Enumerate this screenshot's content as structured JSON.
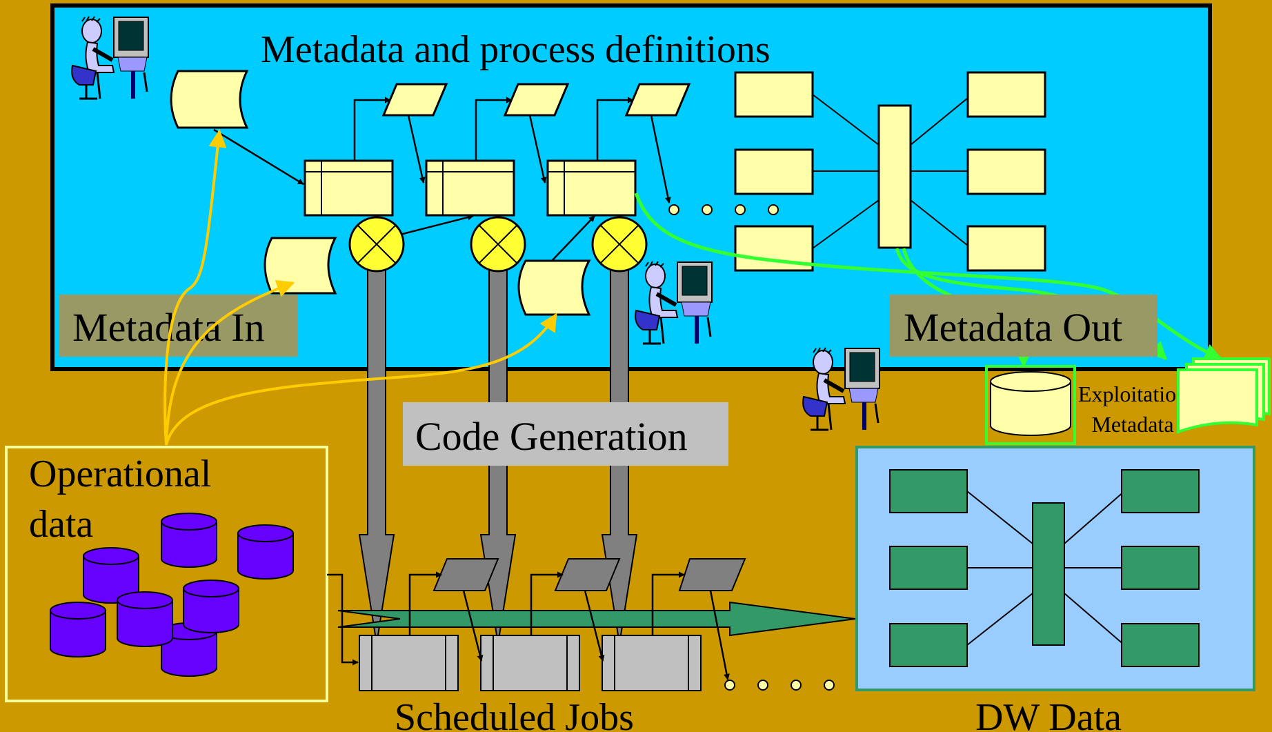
{
  "labels": {
    "title": "Metadata and process definitions",
    "metadata_in": "Metadata In",
    "metadata_out": "Metadata Out",
    "code_generation": "Code Generation",
    "operational_data_line1": "Operational",
    "operational_data_line2": "data",
    "exploitation_line1": "Exploitation",
    "exploitation_line2": "Metadata",
    "scheduled_jobs": "Scheduled Jobs",
    "dw_data": "DW Data"
  },
  "colors": {
    "background": "#CC9900",
    "metadata_panel": "#00CCFF",
    "metadata_shape": "#FFFFAA",
    "operator_circle": "#FFFF33",
    "process_arrow": "#808080",
    "job_box": "#C0C0C0",
    "dw_panel": "#99CCFF",
    "dw_shape": "#339966",
    "database": "#6600FF",
    "metadata_in_arrow": "#FFCC00",
    "metadata_out_arrow": "#33FF33"
  },
  "icons": [
    "person-at-computer-icon",
    "database-cylinder-icon",
    "document-stack-icon",
    "cross-circle-operator-icon"
  ]
}
